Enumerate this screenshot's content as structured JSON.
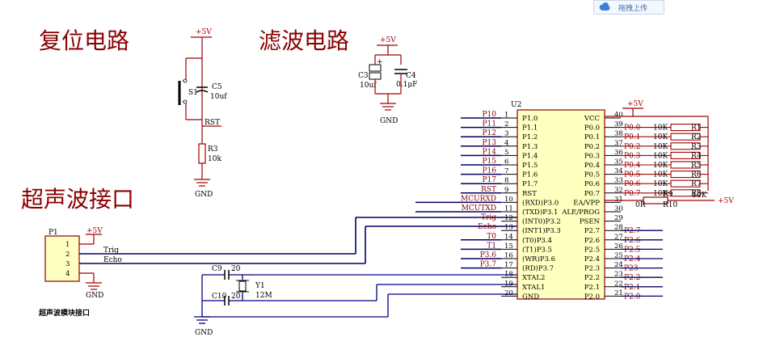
{
  "upload_button": {
    "label": "拖拽上传"
  },
  "titles": {
    "reset": "复位电路",
    "filter": "滤波电路",
    "ultrasonic": "超声波接口",
    "module_port": "超声波模块接口"
  },
  "power": {
    "vcc": "+5V",
    "gnd": "GND"
  },
  "reset_circuit": {
    "switch": "S1",
    "cap": "C5",
    "cap_value": "10uf",
    "resistor": "R3",
    "resistor_value": "10k",
    "net": "RST"
  },
  "filter_circuit": {
    "c3": "C3",
    "c3_value": "10uf",
    "c4": "C4",
    "c4_value": "0.1μF"
  },
  "connector": {
    "ref": "P1",
    "pins": [
      "1",
      "2",
      "3",
      "4"
    ],
    "trig": "Trig",
    "echo": "Echo"
  },
  "crystal": {
    "c9": "C9",
    "c10": "C10",
    "c_value": "20",
    "ref": "Y1",
    "freq": "12M"
  },
  "mcu": {
    "ref": "U2",
    "left_pins": [
      {
        "num": "1",
        "name": "P1.0",
        "net": "P10"
      },
      {
        "num": "2",
        "name": "P1.1",
        "net": "P11"
      },
      {
        "num": "3",
        "name": "P1.2",
        "net": "P12"
      },
      {
        "num": "4",
        "name": "P1.3",
        "net": "P13"
      },
      {
        "num": "5",
        "name": "P1.4",
        "net": "P14"
      },
      {
        "num": "6",
        "name": "P1.5",
        "net": "P15"
      },
      {
        "num": "7",
        "name": "P1.6",
        "net": "P16"
      },
      {
        "num": "8",
        "name": "P1.7",
        "net": "P17"
      },
      {
        "num": "9",
        "name": "RST",
        "net": "RST"
      },
      {
        "num": "10",
        "name": "(RXD)P3.0",
        "net": "MCURXD"
      },
      {
        "num": "11",
        "name": "(TXD)P3.1",
        "net": "MCUTXD"
      },
      {
        "num": "12",
        "name": "(INT0)P3.2",
        "net": "Trig"
      },
      {
        "num": "13",
        "name": "(INT1)P3.3",
        "net": "Echo"
      },
      {
        "num": "14",
        "name": "(T0)P3.4",
        "net": "T0"
      },
      {
        "num": "15",
        "name": "(T1)P3.5",
        "net": "T1"
      },
      {
        "num": "16",
        "name": "(WR)P3.6",
        "net": "P3.6"
      },
      {
        "num": "17",
        "name": "(RD)P3.7",
        "net": "P3.7"
      },
      {
        "num": "18",
        "name": "XTAL2",
        "net": ""
      },
      {
        "num": "19",
        "name": "XTAL1",
        "net": ""
      },
      {
        "num": "20",
        "name": "GND",
        "net": ""
      }
    ],
    "right_pins": [
      {
        "num": "40",
        "name": "VCC",
        "net": ""
      },
      {
        "num": "39",
        "name": "P0.0",
        "net": "P0.0"
      },
      {
        "num": "38",
        "name": "P0.1",
        "net": "P0.1"
      },
      {
        "num": "37",
        "name": "P0.2",
        "net": "P0.2"
      },
      {
        "num": "36",
        "name": "P0.3",
        "net": "P0.3"
      },
      {
        "num": "35",
        "name": "P0.4",
        "net": "P0.4"
      },
      {
        "num": "34",
        "name": "P0.5",
        "net": "P0.5"
      },
      {
        "num": "33",
        "name": "P0.6",
        "net": "P0.6"
      },
      {
        "num": "32",
        "name": "P0.7",
        "net": "P0.7"
      },
      {
        "num": "31",
        "name": "EA/VPP",
        "net": ""
      },
      {
        "num": "30",
        "name": "ALE/PROG",
        "net": ""
      },
      {
        "num": "29",
        "name": "PSEN",
        "net": ""
      },
      {
        "num": "28",
        "name": "P2.7",
        "net": "P2.7"
      },
      {
        "num": "27",
        "name": "P2.6",
        "net": "P2.6"
      },
      {
        "num": "26",
        "name": "P2.5",
        "net": "P2.5"
      },
      {
        "num": "25",
        "name": "P2.4",
        "net": "P2.4"
      },
      {
        "num": "24",
        "name": "P2.3",
        "net": "P23"
      },
      {
        "num": "23",
        "name": "P2.2",
        "net": "P2.2"
      },
      {
        "num": "22",
        "name": "P2.1",
        "net": "P2.1"
      },
      {
        "num": "21",
        "name": "P2.0",
        "net": "P2.0"
      }
    ]
  },
  "pullups": [
    {
      "ref": "R1",
      "value": "10K"
    },
    {
      "ref": "R2",
      "value": "10K"
    },
    {
      "ref": "R3",
      "value": "10K"
    },
    {
      "ref": "R4",
      "value": "10K"
    },
    {
      "ref": "R5",
      "value": "10K"
    },
    {
      "ref": "R6",
      "value": "10K"
    },
    {
      "ref": "R7",
      "value": "10K"
    },
    {
      "ref": "R8",
      "value": "10K"
    }
  ],
  "pullup_common_value": "10K",
  "r9": {
    "ref": "R9",
    "ref2": "R10",
    "value": "0R"
  }
}
